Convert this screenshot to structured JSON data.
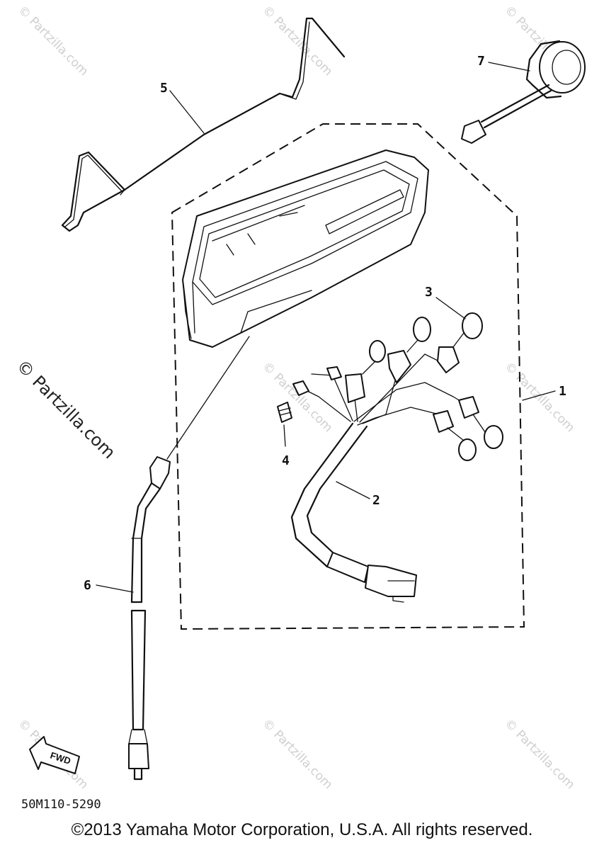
{
  "watermark": "© Partzilla.com",
  "diagram_code": "50M110-5290",
  "copyright": "©2013 Yamaha Motor Corporation, U.S.A. All rights reserved.",
  "fwd_label": "FWD",
  "callouts": {
    "c1": "1",
    "c2": "2",
    "c3": "3",
    "c4": "4",
    "c5": "5",
    "c6": "6",
    "c7": "7"
  }
}
